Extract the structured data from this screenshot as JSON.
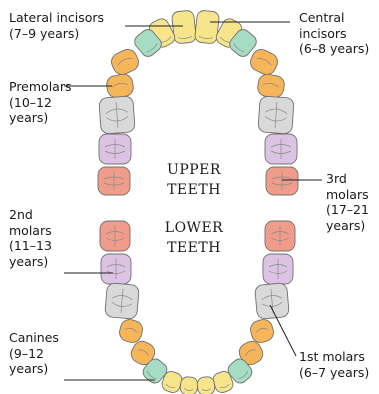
{
  "labels": {
    "lateral_incisors": "Lateral incisors\n(7–9 years)",
    "central_incisors": "Central\nincisors\n(6–8 years)",
    "premolars": "Premolars\n(10–12\nyears)",
    "third_molars": "3rd\nmolars\n(17–21\nyears)",
    "second_molars": "2nd\nmolars\n(11–13\nyears)",
    "canines": "Canines\n(9–12\nyears)",
    "first_molars": "1st molars\n(6–7 years)"
  },
  "upper_teeth": {
    "line1": "UPPER",
    "line2": "TEETH"
  },
  "lower_teeth": {
    "line1": "LOWER",
    "line2": "TEETH"
  },
  "colors": {
    "central_incisor": "#f6e58a",
    "lateral_incisor": "#f6e58a",
    "canine": "#a7dcc4",
    "premolar": "#f7b55a",
    "first_molar": "#d9d9d9",
    "second_molar": "#dcc3e3",
    "third_molar": "#ef9c8a"
  }
}
